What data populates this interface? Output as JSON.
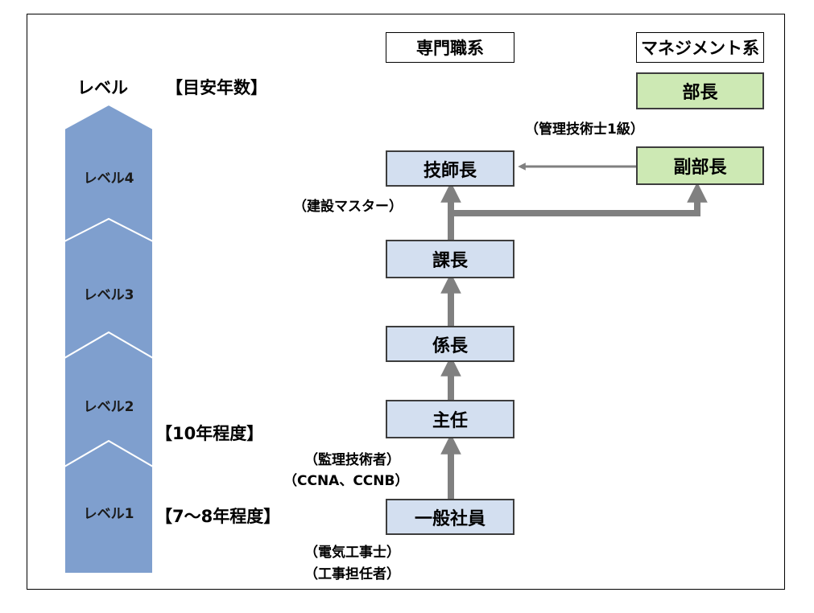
{
  "headers": {
    "specialist": "専門職系",
    "management": "マネジメント系",
    "level": "レベル",
    "years": "【目安年数】"
  },
  "levels": [
    {
      "label": "レベル4"
    },
    {
      "label": "レベル3"
    },
    {
      "label": "レベル2",
      "years": "【10年程度】"
    },
    {
      "label": "レベル1",
      "years": "【7～8年程度】"
    }
  ],
  "positions": {
    "ippan": "一般社員",
    "shunin": "主任",
    "kakaricho": "係長",
    "kacho": "課長",
    "gishicho": "技師長",
    "fukubucho": "副部長",
    "bucho": "部長"
  },
  "notes": {
    "ippan_1": "（電気工事士）",
    "ippan_2": "（工事担任者）",
    "shunin_1": "（監理技術者）",
    "shunin_2": "（CCNA、CCNB）",
    "gishicho": "（建設マスター）",
    "fukubucho": "（管理技術士1級）"
  },
  "colors": {
    "level_arrow": "#7f9fce",
    "specialist_box": "#d3dff0",
    "management_box": "#cde9b4",
    "connector": "#808080"
  }
}
